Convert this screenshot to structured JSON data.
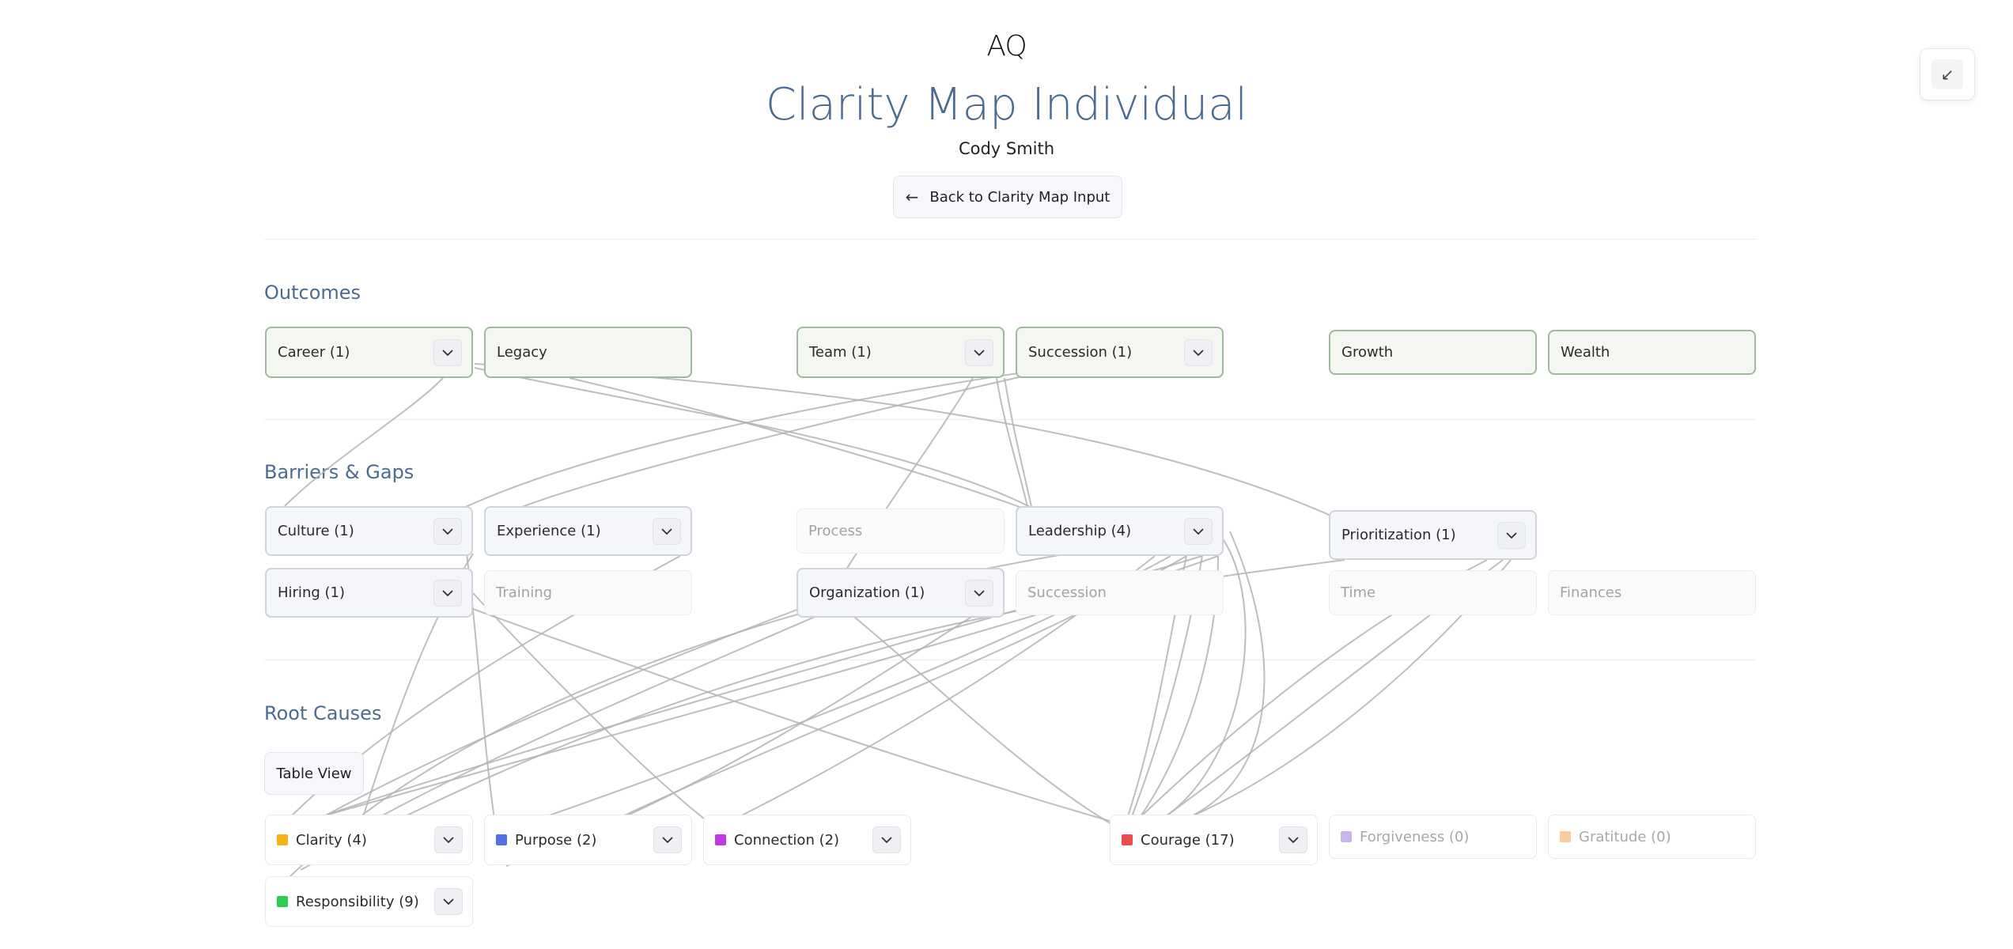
{
  "header": {
    "logo_text": "AQ",
    "title": "Clarity Map Individual",
    "subtitle": "Cody Smith",
    "back_button_label": "Back to Clarity Map Input",
    "corner_icon": "arrow-down-left-icon"
  },
  "sections": {
    "outcomes_title": "Outcomes",
    "barriers_title": "Barriers & Gaps",
    "roots_title": "Root Causes"
  },
  "outcomes": [
    {
      "label": "Career (1)",
      "expandable": true
    },
    {
      "label": "Legacy",
      "expandable": false
    },
    {
      "label": "Team (1)",
      "expandable": true
    },
    {
      "label": "Succession (1)",
      "expandable": true
    },
    {
      "label": "Growth",
      "expandable": false
    },
    {
      "label": "Wealth",
      "expandable": false
    }
  ],
  "barriers": [
    {
      "label": "Culture (1)",
      "expandable": true
    },
    {
      "label": "Experience (1)",
      "expandable": true
    },
    {
      "label": "Process",
      "expandable": false
    },
    {
      "label": "Leadership (4)",
      "expandable": true
    },
    {
      "label": "Prioritization (1)",
      "expandable": true
    },
    {
      "label": "Hiring (1)",
      "expandable": true
    },
    {
      "label": "Training",
      "expandable": false
    },
    {
      "label": "Organization (1)",
      "expandable": true
    },
    {
      "label": "Succession",
      "expandable": false
    },
    {
      "label": "Time",
      "expandable": false
    },
    {
      "label": "Finances",
      "expandable": false
    }
  ],
  "table_view_label": "Table View",
  "roots": [
    {
      "label": "Clarity (4)",
      "color": "#f2b21c",
      "expandable": true
    },
    {
      "label": "Purpose (2)",
      "color": "#4f73e6",
      "expandable": true
    },
    {
      "label": "Connection (2)",
      "color": "#c13ae0",
      "expandable": true
    },
    {
      "label": "Courage (17)",
      "color": "#ec4b4b",
      "expandable": true
    },
    {
      "label": "Forgiveness (0)",
      "color": "#c9b4f0",
      "expandable": false
    },
    {
      "label": "Gratitude (0)",
      "color": "#fbc9a0",
      "expandable": false
    },
    {
      "label": "Responsibility (9)",
      "color": "#2ecb55",
      "expandable": true
    }
  ]
}
